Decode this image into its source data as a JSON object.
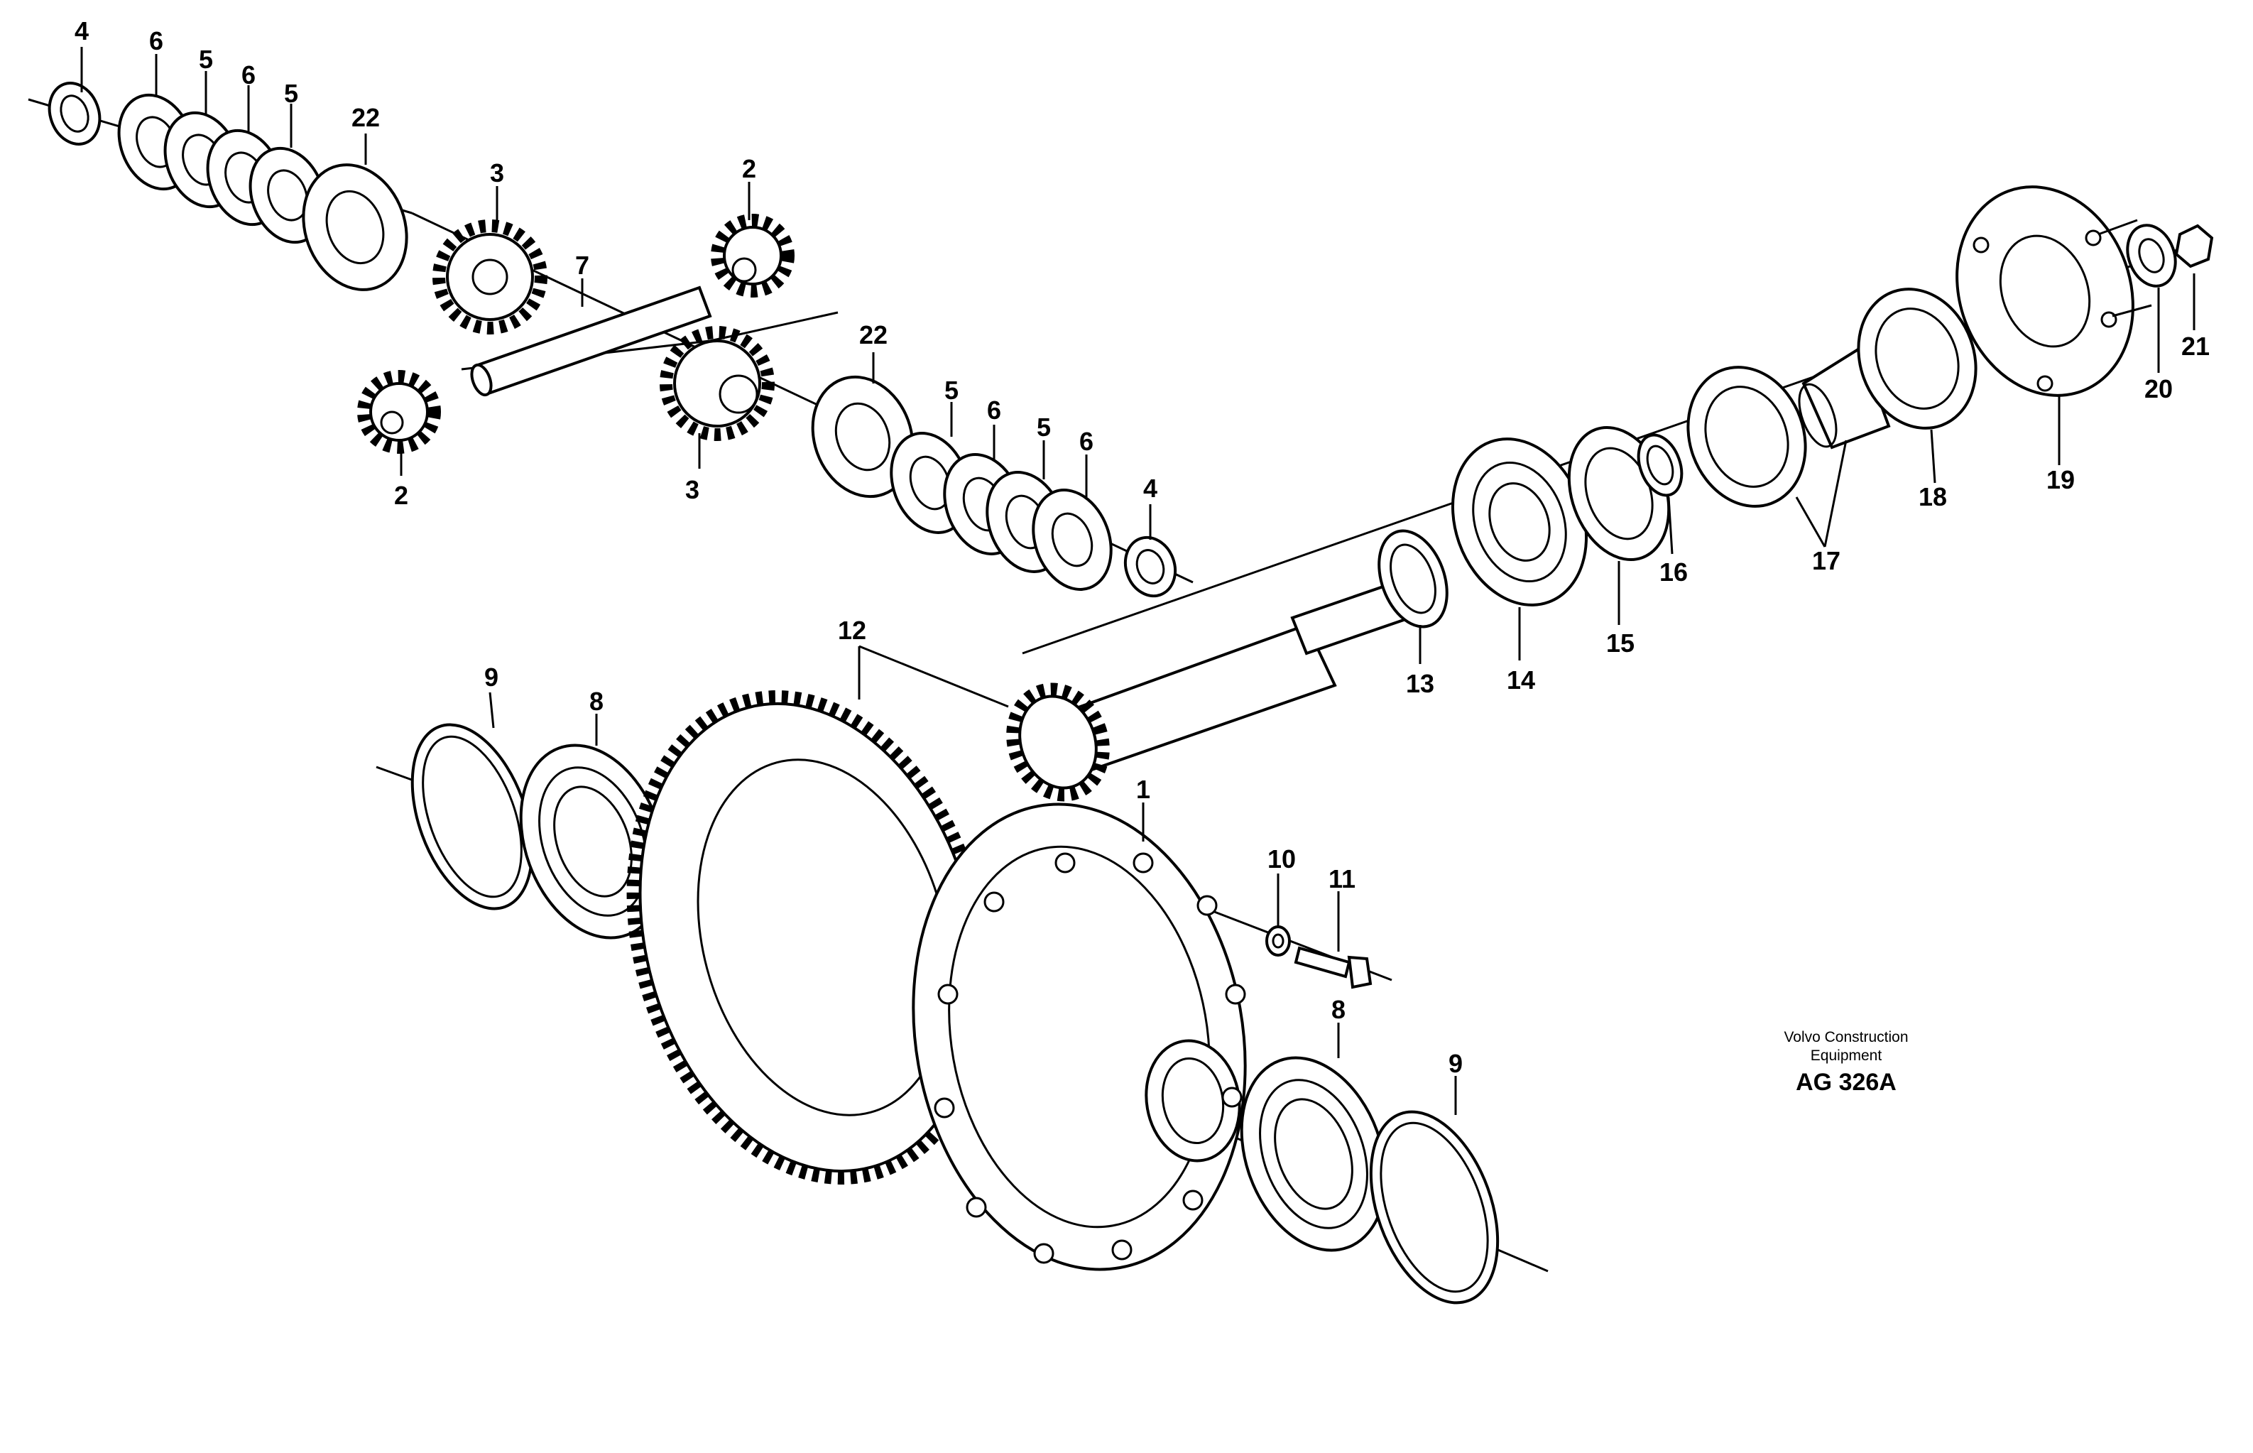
{
  "callouts": {
    "c1": "1",
    "c2a": "2",
    "c2b": "2",
    "c3a": "3",
    "c3b": "3",
    "c4a": "4",
    "c4b": "4",
    "c5a": "5",
    "c5b": "5",
    "c5c": "5",
    "c5d": "5",
    "c6a": "6",
    "c6b": "6",
    "c6c": "6",
    "c6d": "6",
    "c7": "7",
    "c8a": "8",
    "c8b": "8",
    "c9a": "9",
    "c9b": "9",
    "c10": "10",
    "c11": "11",
    "c12": "12",
    "c13": "13",
    "c14": "14",
    "c15": "15",
    "c16": "16",
    "c17": "17",
    "c18": "18",
    "c19": "19",
    "c20": "20",
    "c21": "21",
    "c22a": "22",
    "c22b": "22"
  },
  "caption": {
    "line1": "Volvo Construction",
    "line2": "Equipment",
    "code": "AG 326A"
  }
}
